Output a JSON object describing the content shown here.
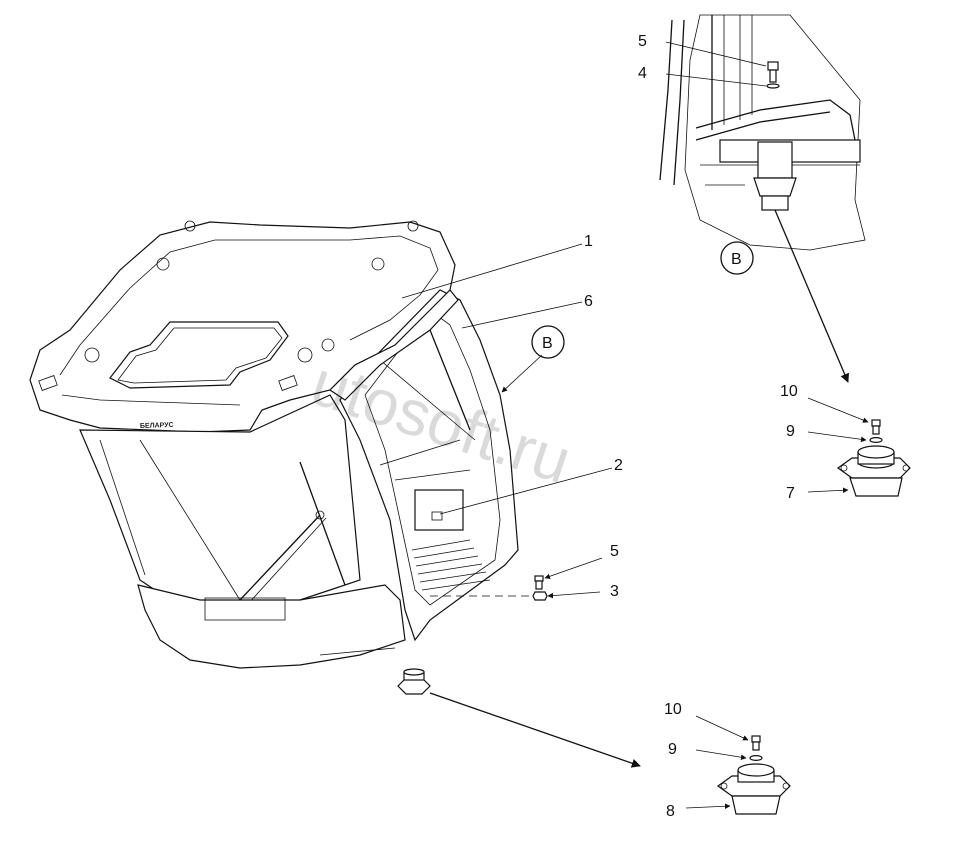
{
  "callouts": {
    "n1": "1",
    "n2": "2",
    "n3": "3",
    "n4_detail": "4",
    "n5_detail": "5",
    "n5_main": "5",
    "n6": "6",
    "n7": "7",
    "n8": "8",
    "n9_upper": "9",
    "n9_lower": "9",
    "n10_upper": "10",
    "n10_lower": "10"
  },
  "view_marker": {
    "detail": "B",
    "main": "B"
  },
  "brand_text": "БЕЛАРУС",
  "watermark": "utosoft.ru"
}
